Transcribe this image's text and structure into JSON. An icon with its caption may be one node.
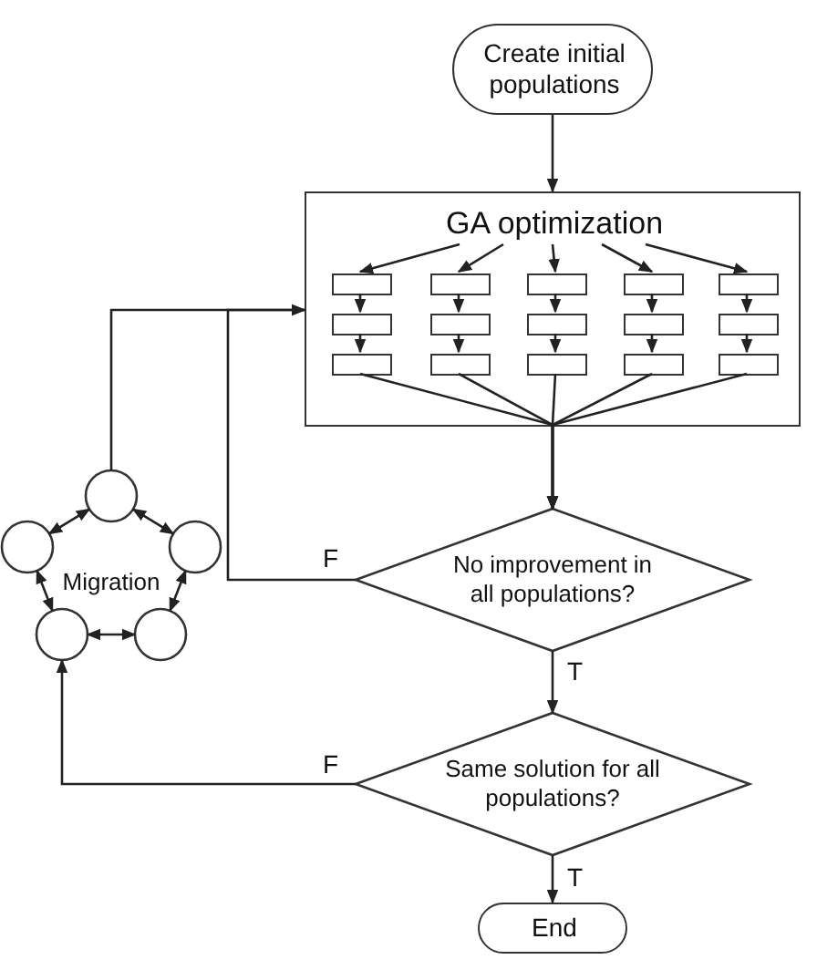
{
  "diagram": {
    "nodes": [
      {
        "text": [
          "Create initial populations"
        ]
      },
      {
        "text": [],
        "shape": "box"
      },
      {
        "text": [
          "GA optimization"
        ],
        "in": 1
      },
      {
        "text": [],
        "shape": "box",
        "in": 1
      },
      {
        "text": [],
        "shape": "box",
        "in": 1
      },
      {
        "text": [],
        "shape": "box",
        "in": 1
      },
      {
        "text": [],
        "shape": "box",
        "in": 1
      },
      {
        "text": [],
        "shape": "box",
        "in": 1
      },
      {
        "text": [],
        "shape": "box",
        "in": 1
      },
      {
        "text": [],
        "shape": "box",
        "in": 1
      },
      {
        "text": [],
        "shape": "box",
        "in": 1
      },
      {
        "text": [],
        "shape": "box",
        "in": 1
      },
      {
        "text": [],
        "shape": "box",
        "in": 1
      },
      {
        "text": [],
        "shape": "box",
        "in": 1
      },
      {
        "text": [],
        "shape": "box",
        "in": 1
      },
      {
        "text": [],
        "shape": "box",
        "in": 1
      },
      {
        "text": [],
        "shape": "box",
        "in": 1
      },
      {
        "text": [],
        "shape": "box",
        "in": 1
      },
      {
        "text": [
          "No improvement in all populations?"
        ]
      },
      {
        "text": [
          "Same solution for all populations?"
        ]
      },
      {
        "text": [
          "End"
        ]
      },
      {
        "text": [],
        "shape": "circle"
      },
      {
        "text": [],
        "shape": "circle"
      },
      {
        "text": [],
        "shape": "circle"
      },
      {
        "text": [],
        "shape": "circle"
      },
      {
        "text": [],
        "shape": "circle"
      }
    ],
    "edges": [
      {
        "from": 0,
        "to": 1,
        "arrow": "to"
      },
      {
        "from": 2,
        "to": 3,
        "arrow": "to"
      },
      {
        "from": 2,
        "to": 4,
        "arrow": "to"
      },
      {
        "from": 2,
        "to": 5,
        "arrow": "to"
      },
      {
        "from": 2,
        "to": 6,
        "arrow": "to"
      },
      {
        "from": 2,
        "to": 7,
        "arrow": "to"
      },
      {
        "from": 3,
        "to": 8,
        "arrow": "to"
      },
      {
        "from": 8,
        "to": 13,
        "arrow": "to"
      },
      {
        "from": 4,
        "to": 9,
        "arrow": "to"
      },
      {
        "from": 9,
        "to": 14,
        "arrow": "to"
      },
      {
        "from": 5,
        "to": 10,
        "arrow": "to"
      },
      {
        "from": 10,
        "to": 15,
        "arrow": "to"
      },
      {
        "from": 6,
        "to": 11,
        "arrow": "to"
      },
      {
        "from": 11,
        "to": 16,
        "arrow": "to"
      },
      {
        "from": 7,
        "to": 12,
        "arrow": "to"
      },
      {
        "from": 12,
        "to": 17,
        "arrow": "to"
      },
      {
        "from": 13,
        "to": 18,
        "arrow": "to"
      },
      {
        "from": 14,
        "to": 18,
        "arrow": "to"
      },
      {
        "from": 15,
        "to": 18,
        "arrow": "to"
      },
      {
        "from": 16,
        "to": 18,
        "arrow": "to"
      },
      {
        "from": 17,
        "to": 18,
        "arrow": "to"
      },
      {
        "from": 18,
        "to": 1,
        "arrow": "to",
        "label": "F"
      },
      {
        "from": 18,
        "to": 19,
        "arrow": "to",
        "label": "T"
      },
      {
        "from": 19,
        "to": 24,
        "arrow": "to",
        "label": "F"
      },
      {
        "from": 19,
        "to": 20,
        "arrow": "to",
        "label": "T"
      },
      {
        "from": 21,
        "to": 1,
        "arrow": "to"
      },
      {
        "from": 21,
        "to": 22,
        "arrow": "both"
      },
      {
        "from": 21,
        "to": 23,
        "arrow": "both"
      },
      {
        "from": 22,
        "to": 24,
        "arrow": "both"
      },
      {
        "from": 23,
        "to": 25,
        "arrow": "both"
      },
      {
        "from": 24,
        "to": 25,
        "arrow": "both"
      }
    ],
    "labels": [
      "Migration"
    ]
  }
}
